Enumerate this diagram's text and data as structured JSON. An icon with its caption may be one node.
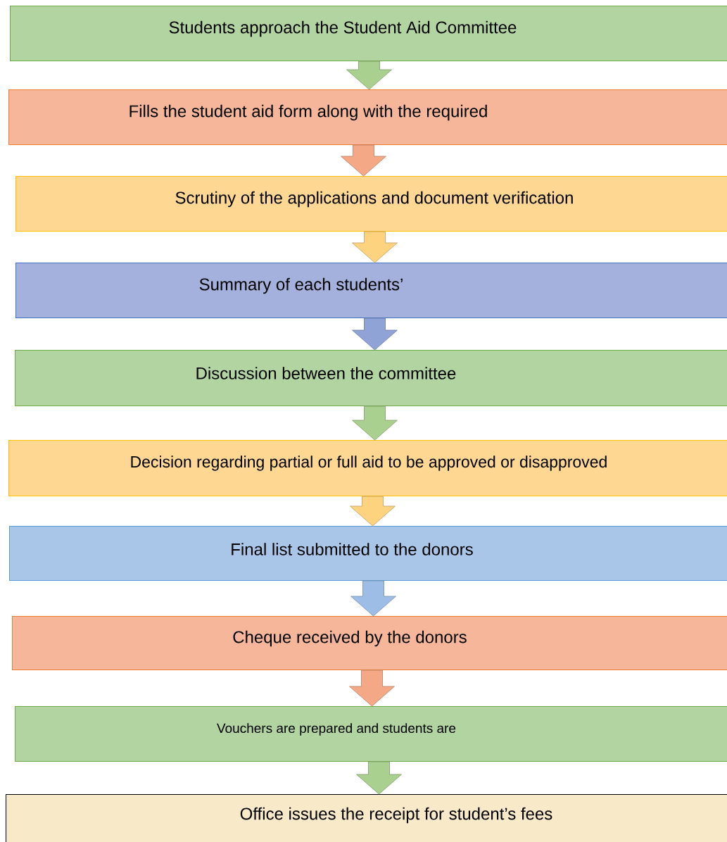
{
  "diagram": {
    "nodes": [
      {
        "text": [
          "Students approach the Student Aid Committee"
        ]
      },
      {
        "text": [
          "Fills the student aid form along with the required"
        ]
      },
      {
        "text": [
          "Scrutiny of the applications and document verification"
        ]
      },
      {
        "text": [
          "Summary of each students’"
        ]
      },
      {
        "text": [
          "Discussion between the committee"
        ]
      },
      {
        "text": [
          "Decision regarding partial or full aid to be approved or disapproved"
        ]
      },
      {
        "text": [
          "Final list submitted to the donors"
        ]
      },
      {
        "text": [
          "Cheque received by the donors"
        ]
      },
      {
        "text": [
          "Vouchers are prepared and students are"
        ]
      },
      {
        "text": [
          "Office issues the receipt for student’s fees"
        ]
      }
    ],
    "edges": [
      {
        "from": 0,
        "to": 1,
        "arrow": "to"
      },
      {
        "from": 1,
        "to": 2,
        "arrow": "to",
        "color": "#f4a886"
      },
      {
        "from": 2,
        "to": 3,
        "arrow": "to",
        "color": "#fed37f"
      },
      {
        "from": 3,
        "to": 4,
        "arrow": "to",
        "color": "#8fa3d6"
      },
      {
        "from": 4,
        "to": 5,
        "arrow": "to"
      },
      {
        "from": 5,
        "to": 6,
        "arrow": "to",
        "color": "#fed37f"
      },
      {
        "from": 6,
        "to": 7,
        "arrow": "to",
        "color": "#9dbde6"
      },
      {
        "from": 7,
        "to": 8,
        "arrow": "to",
        "color": "#f4a886"
      },
      {
        "from": 8,
        "to": 9,
        "arrow": "to"
      }
    ]
  }
}
